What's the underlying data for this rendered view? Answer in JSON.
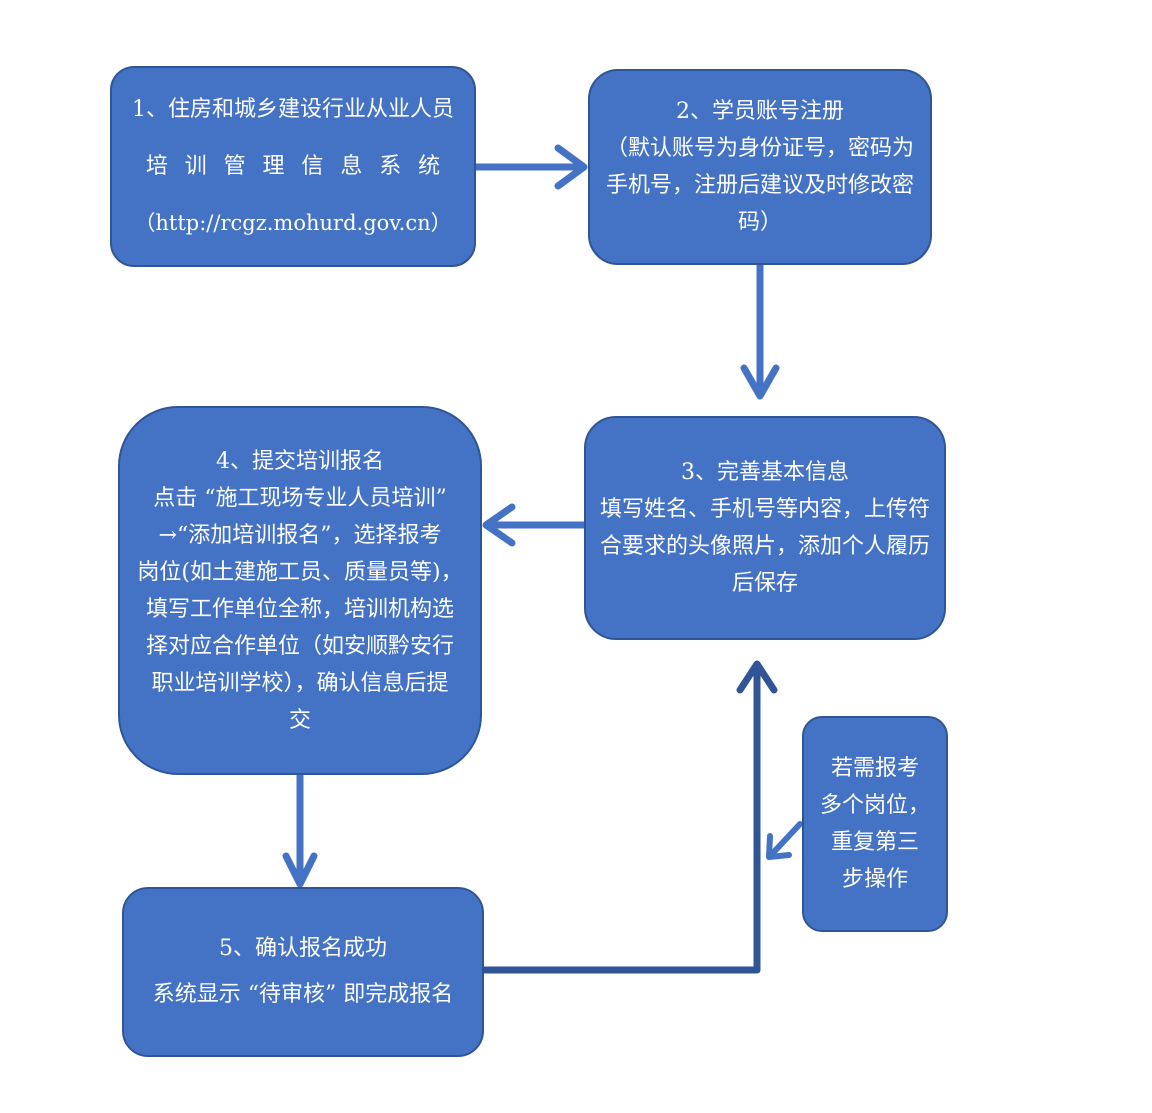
{
  "colors": {
    "box_fill": "#4472c4",
    "box_border": "#2f5597",
    "arrow": "#4472c4",
    "arrow_dark": "#2f5597",
    "text": "#ffffff"
  },
  "step1": {
    "line1": "1、住房和城乡建设行业从业人员",
    "line2": "培 训 管 理 信 息 系 统",
    "line3": "（http://rcgz.mohurd.gov.cn）"
  },
  "step2": {
    "title": "2、学员账号注册",
    "line1": "（默认账号为身份证号，密码为",
    "line2": "手机号，注册后建议及时修改密",
    "line3": "码）"
  },
  "step3": {
    "title": "3、完善基本信息",
    "line1": "填写姓名、手机号等内容，上传符",
    "line2": "合要求的头像照片，添加个人履历",
    "line3": "后保存"
  },
  "step4": {
    "title": "4、提交培训报名",
    "line1": "点击 “施工现场专业人员培训”",
    "line2": "→“添加培训报名”，选择报考",
    "line3": "岗位(如土建施工员、质量员等)，",
    "line4": "填写工作单位全称，培训机构选",
    "line5": "择对应合作单位（如安顺黔安行",
    "line6": "职业培训学校），确认信息后提",
    "line7": "交"
  },
  "step5": {
    "title": "5、确认报名成功",
    "line1": "系统显示 “待审核” 即完成报名"
  },
  "note": {
    "line1": "若需报考",
    "line2": "多个岗位，",
    "line3": "重复第三",
    "line4": "步操作"
  }
}
